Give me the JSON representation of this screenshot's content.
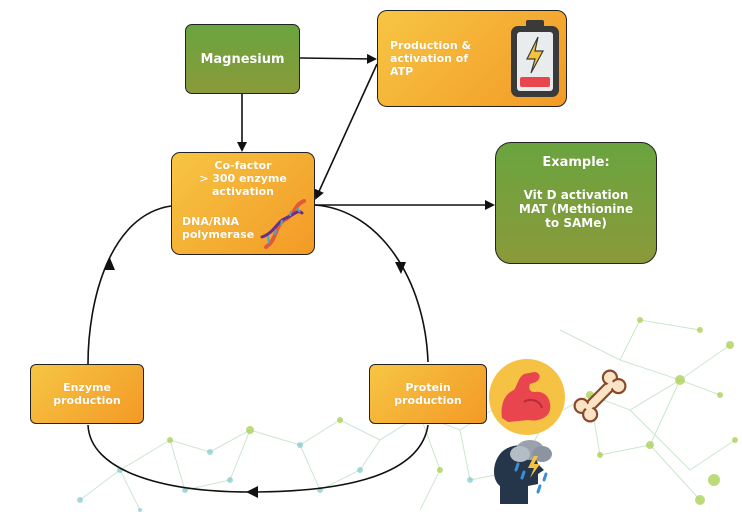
{
  "nodes": {
    "magnesium": {
      "label": "Magnesium"
    },
    "atp": {
      "line1": "Production &",
      "line2": "activation of ATP"
    },
    "cofactor": {
      "line1": "Co-factor",
      "line2": "> 300 enzyme",
      "line3": "activation",
      "dna_line1": "DNA/RNA",
      "dna_line2": "polymerase"
    },
    "example": {
      "title": "Example:",
      "line1": "Vit D activation",
      "line2": "MAT (Methionine",
      "line3": "to SAMe)"
    },
    "enzyme": {
      "line1": "Enzyme",
      "line2": "production"
    },
    "protein": {
      "line1": "Protein",
      "line2": "production"
    }
  },
  "icons": [
    "battery-icon",
    "dna-icon",
    "flexed-arm-icon",
    "bone-icon",
    "head-storm-icon"
  ],
  "colors": {
    "green_start": "#6aa43e",
    "green_end": "#8a9a3a",
    "orange_start": "#f6c544",
    "orange_end": "#f39a25",
    "network_green": "#a9cf4f",
    "network_teal": "#6cc3c9"
  }
}
